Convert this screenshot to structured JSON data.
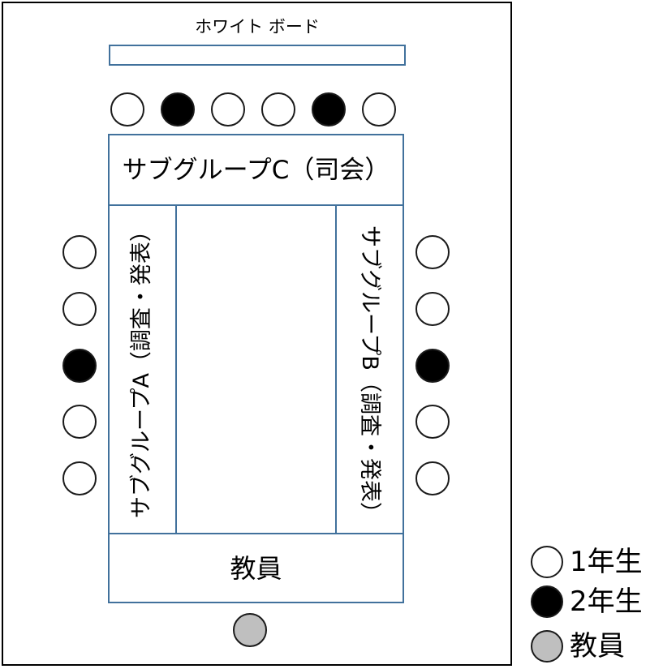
{
  "whiteboard": {
    "label": "ホワイト ボード"
  },
  "table": {
    "group_c": "サブグループC（司会）",
    "group_a": "サブグループA（調査・発表）",
    "group_b": "サブグループB（調査・発表）",
    "teacher_seat": "教員"
  },
  "legend": [
    {
      "label": "1年生",
      "fill": "#ffffff"
    },
    {
      "label": "2年生",
      "fill": "#000000"
    },
    {
      "label": "教員",
      "fill": "#bfbfbf"
    }
  ],
  "seats": {
    "top": [
      0,
      1,
      0,
      0,
      1,
      0
    ],
    "left": [
      0,
      0,
      1,
      0,
      0
    ],
    "right": [
      0,
      0,
      1,
      0,
      0
    ],
    "bottom": [
      2
    ]
  },
  "colors": {
    "table_border": "#41719c",
    "outline": "#000000"
  }
}
